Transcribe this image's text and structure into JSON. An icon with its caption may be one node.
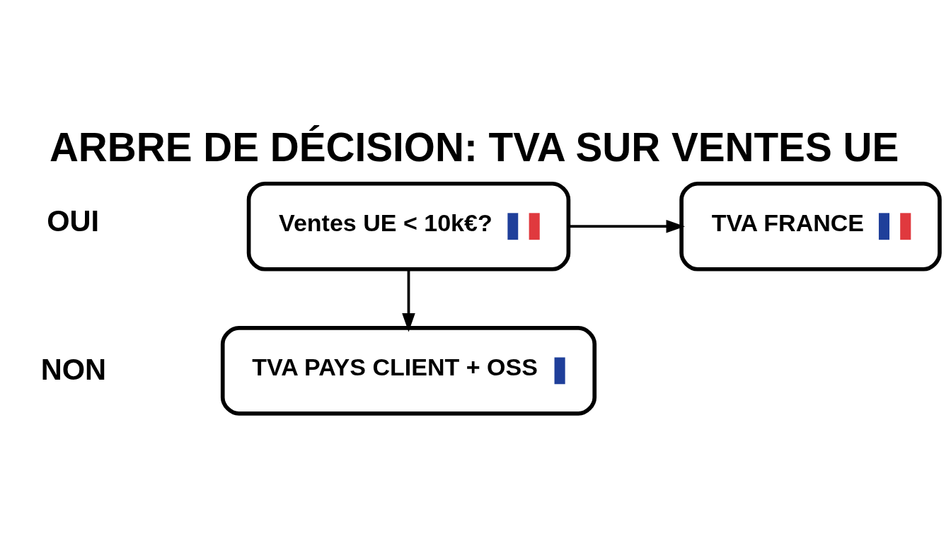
{
  "diagram": {
    "title": "ARBRE DE DÉCISION: TVA SUR VENTES UE",
    "nodes": [
      {
        "text": [
          "Ventes UE < 10k€?"
        ]
      },
      {
        "text": [
          "TVA FRANCE"
        ]
      },
      {
        "text": [
          "TVA PAYS CLIENT + OSS"
        ]
      }
    ],
    "edges": [
      {
        "from": 0,
        "to": 1,
        "arrow": "to"
      },
      {
        "from": 0,
        "to": 2,
        "arrow": "to"
      }
    ],
    "labels": [
      "OUI",
      "NON"
    ]
  }
}
